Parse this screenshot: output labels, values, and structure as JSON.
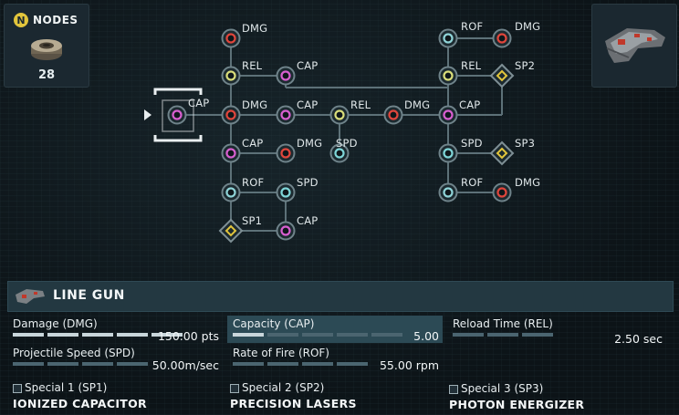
{
  "nodes_panel": {
    "badge": "N",
    "label": "NODES",
    "count": "28"
  },
  "tree": {
    "node_labels": {
      "n_dmg_a": "DMG",
      "n_rel_a": "REL",
      "n_cap_a": "CAP",
      "n_start": "CAP",
      "n_dmg_b": "DMG",
      "n_cap_b": "CAP",
      "n_rel_b": "REL",
      "n_dmg_c": "DMG",
      "n_cap_c": "CAP",
      "n_cap_d": "CAP",
      "n_dmg_d": "DMG",
      "n_spd_a": "SPD",
      "n_rof_a": "ROF",
      "n_spd_b": "SPD",
      "n_sp1": "SP1",
      "n_cap_e": "CAP",
      "n_rof_b": "ROF",
      "n_dmg_e": "DMG",
      "n_rel_c": "REL",
      "n_sp2": "SP2",
      "n_spd_c": "SPD",
      "n_sp3": "SP3",
      "n_rof_c": "ROF",
      "n_dmg_f": "DMG"
    },
    "colors": {
      "dmg": "#e0463c",
      "rel": "#d9dd7a",
      "cap": "#d85fd0",
      "spd": "#7fd6d8",
      "rof": "#8fd4d8",
      "special": "#e2c53c",
      "line": "#5d7178",
      "start": "#e9eef0"
    }
  },
  "weapon": {
    "name": "LINE GUN"
  },
  "stats": {
    "damage": {
      "label": "Damage (DMG)",
      "value": "150.00 pts",
      "level": 5,
      "max": 5
    },
    "capacity": {
      "label": "Capacity (CAP)",
      "value": "5.00",
      "level": 1,
      "max": 5
    },
    "reload": {
      "label": "Reload Time (REL)",
      "value": "2.50 sec",
      "level": 0,
      "max": 3
    },
    "speed": {
      "label": "Projectile Speed (SPD)",
      "value": "50.00m/sec",
      "level": 0,
      "max": 4
    },
    "rof": {
      "label": "Rate of Fire (ROF)",
      "value": "55.00 rpm",
      "level": 0,
      "max": 4
    }
  },
  "specials": [
    {
      "label": "Special 1 (SP1)",
      "title": "IONIZED CAPACITOR"
    },
    {
      "label": "Special 2 (SP2)",
      "title": "PRECISION LASERS"
    },
    {
      "label": "Special 3 (SP3)",
      "title": "PHOTON ENERGIZER"
    }
  ]
}
